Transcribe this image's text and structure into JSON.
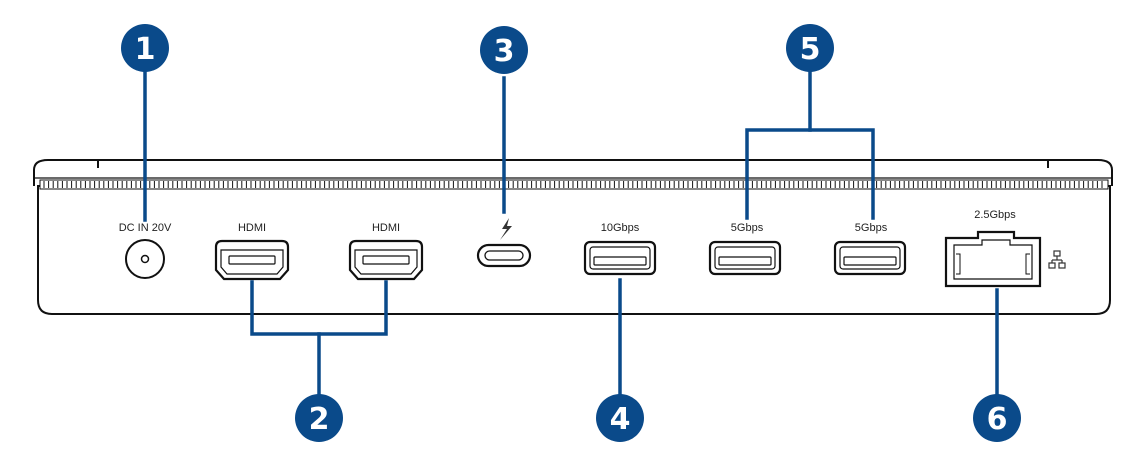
{
  "colors": {
    "callout": "#0a4a8a",
    "outline": "#111111",
    "label": "#222222"
  },
  "labels": {
    "dc": "DC IN 20V",
    "hdmi1": "HDMI",
    "hdmi2": "HDMI",
    "usb4_icon": "thunderbolt-icon",
    "usb10": "10Gbps",
    "usb5a": "5Gbps",
    "usb5b": "5Gbps",
    "lan": "2.5Gbps",
    "lan_icon": "network-icon"
  },
  "callouts": [
    "1",
    "2",
    "3",
    "4",
    "5",
    "6"
  ]
}
